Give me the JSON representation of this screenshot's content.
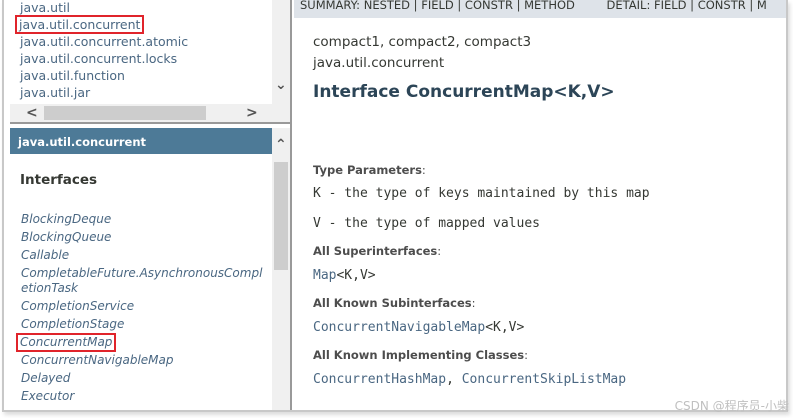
{
  "packages": {
    "items": [
      "java.util",
      "java.util.concurrent",
      "java.util.concurrent.atomic",
      "java.util.concurrent.locks",
      "java.util.function",
      "java.util.jar"
    ],
    "selected": "java.util.concurrent"
  },
  "classes": {
    "header": "java.util.concurrent",
    "heading": "Interfaces",
    "items": [
      "BlockingDeque",
      "BlockingQueue",
      "Callable",
      "CompletableFuture.AsynchronousCompletionTask",
      "CompletionService",
      "CompletionStage",
      "ConcurrentMap",
      "ConcurrentNavigableMap",
      "Delayed",
      "Executor"
    ],
    "selected": "ConcurrentMap"
  },
  "nav": {
    "text": "SUMMARY: NESTED | FIELD | CONSTR | METHOD",
    "detail": "DETAIL: FIELD | CONSTR | M"
  },
  "content": {
    "profiles": "compact1, compact2, compact3",
    "package": "java.util.concurrent",
    "title": "Interface ConcurrentMap<K,V>",
    "type_params_label": "Type Parameters",
    "colon": ":",
    "param_k": "K - the type of keys maintained by this map",
    "param_v": "V - the type of mapped values",
    "super_label": "All Superinterfaces",
    "super_link": "Map",
    "super_suffix": "<K,V>",
    "sub_label": "All Known Subinterfaces",
    "sub_link": "ConcurrentNavigableMap",
    "sub_suffix": "<K,V>",
    "impl_label": "All Known Implementing Classes",
    "impl_1": "ConcurrentHashMap",
    "impl_sep": ", ",
    "impl_2": "ConcurrentSkipListMap"
  },
  "watermark": "CSDN @程序员-小柴",
  "colors": {
    "header": "#4d7a97",
    "link": "#4a6782",
    "highlight": "#e0242b",
    "nav": "#dee3e9"
  }
}
